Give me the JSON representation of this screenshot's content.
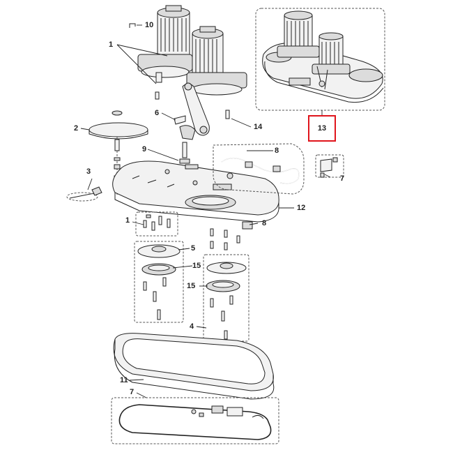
{
  "labels": {
    "l10": "10",
    "l1_top": "1",
    "l6": "6",
    "l14": "14",
    "l2": "2",
    "l9": "9",
    "l8_top": "8",
    "l3": "3",
    "l7_right": "7",
    "l12": "12",
    "l1_mid": "1",
    "l8_mid": "8",
    "l5": "5",
    "l15_a": "15",
    "l15_b": "15",
    "l4": "4",
    "l11": "11",
    "l7_bottom": "7",
    "l13": "13"
  },
  "colors": {
    "line": "#222222",
    "dash": "#555555",
    "highlight": "#e0141b",
    "fill_light": "#f2f2f2",
    "fill_mid": "#dcdcdc"
  }
}
